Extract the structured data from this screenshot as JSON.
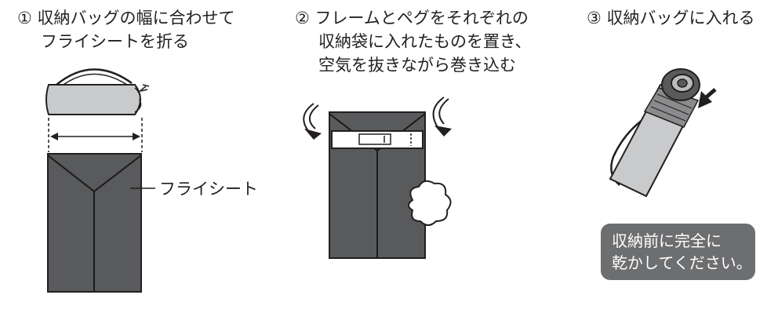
{
  "steps": [
    {
      "number": "①",
      "lines": [
        "収納バッグの幅に合わせて",
        "フライシートを折る"
      ]
    },
    {
      "number": "②",
      "lines": [
        "フレームとペグをそれぞれの",
        "収納袋に入れたものを置き、",
        "空気を抜きながら巻き込む"
      ]
    },
    {
      "number": "③",
      "lines": [
        "収納バッグに入れる"
      ]
    }
  ],
  "labels": {
    "fly_sheet": "フライシート"
  },
  "callout": {
    "lines": [
      "収納前に完全に",
      "乾かしてください。"
    ]
  },
  "colors": {
    "sheet": "#595a5c",
    "bag": "#c9cacb",
    "callout_bg": "#6d6e70",
    "ink": "#231f20"
  },
  "icons": [
    "storage-bag-icon",
    "width-arrow-icon",
    "fold-arrow-icon",
    "air-cloud-icon",
    "insert-arrow-icon"
  ]
}
